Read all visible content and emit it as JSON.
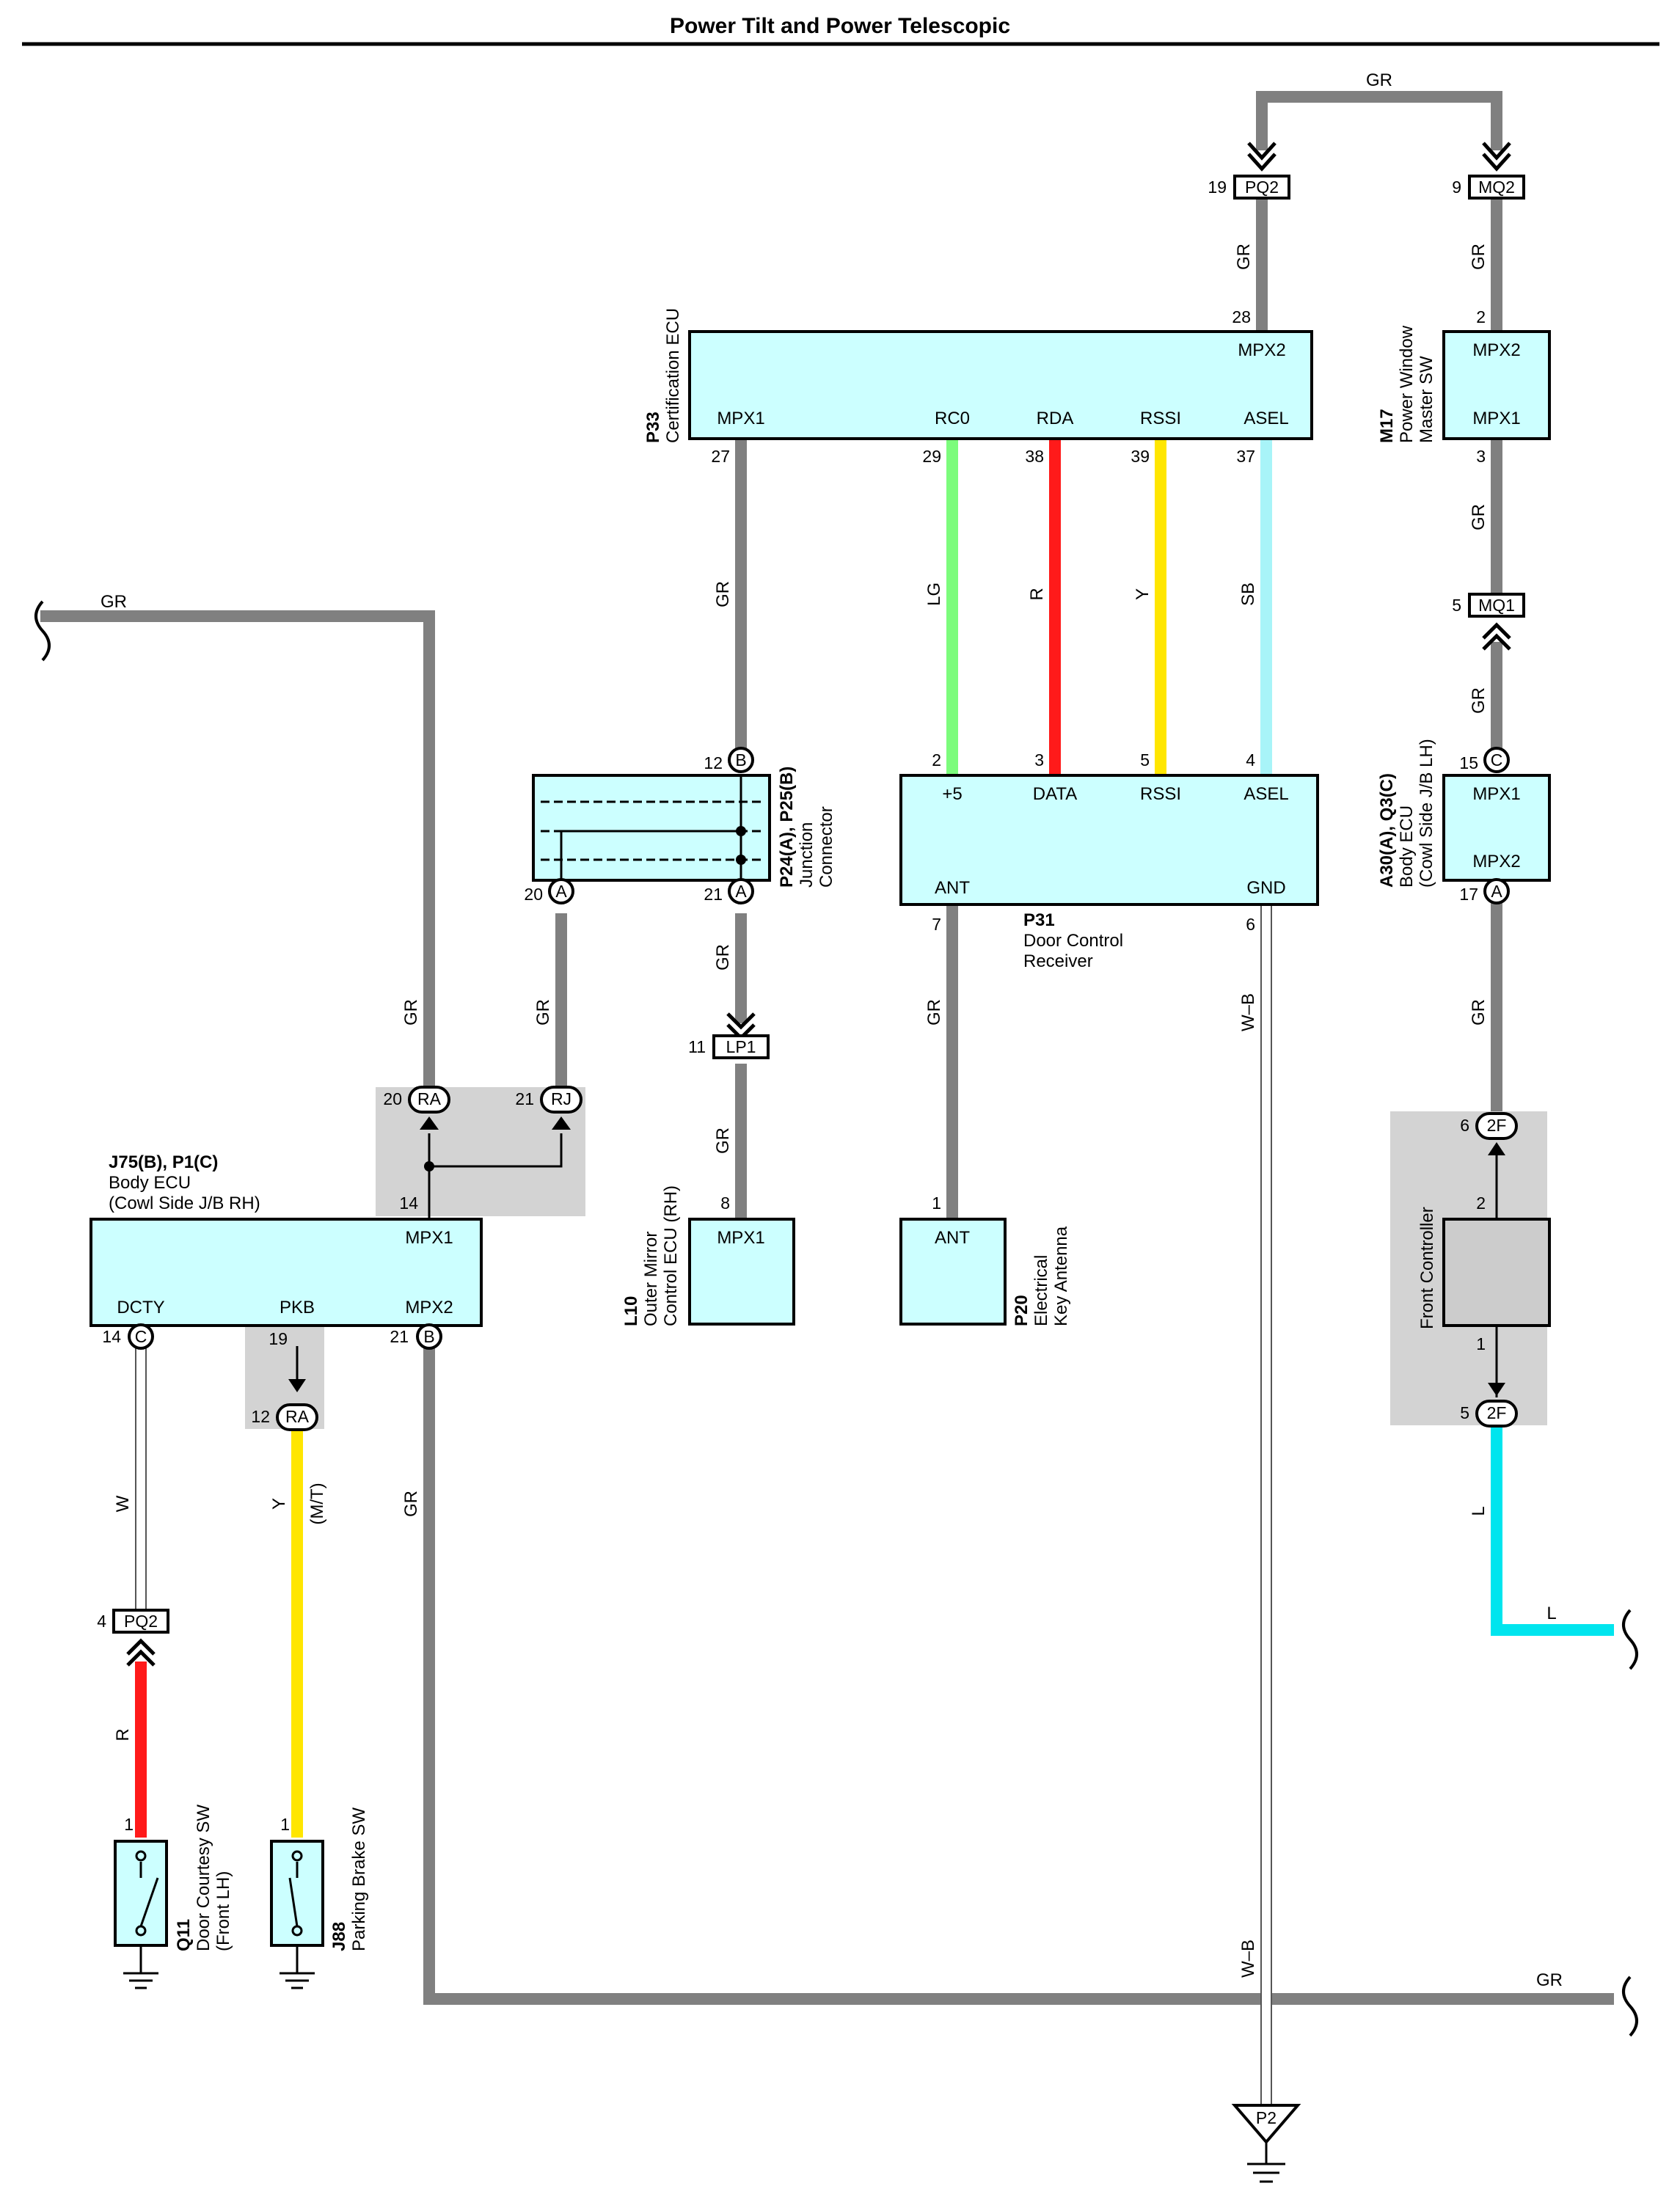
{
  "title": "Power Tilt and Power Telescopic",
  "colors": {
    "GR": "#808080",
    "LG": "#7cfc7c",
    "R": "#ff1a1a",
    "Y": "#ffe600",
    "SB": "#a8f4f8",
    "L": "#00e5ee",
    "W": "#ffffff",
    "W-B": "#ffffff",
    "component_fill": "#ccffff",
    "shade": "#d3d3d3"
  },
  "components": {
    "p33": {
      "code": "P33",
      "name": "Certification ECU",
      "terms": [
        "MPX2",
        "MPX1",
        "RC0",
        "RDA",
        "RSSI",
        "ASEL"
      ],
      "pins": [
        "28",
        "27",
        "29",
        "38",
        "39",
        "37"
      ]
    },
    "m17": {
      "code": "M17",
      "name1": "Power Window",
      "name2": "Master SW",
      "terms": [
        "MPX2",
        "MPX1"
      ],
      "pins": [
        "2",
        "3"
      ]
    },
    "jc": {
      "code": "P24(A), P25(B)",
      "name1": "Junction",
      "name2": "Connector",
      "pins": [
        "12",
        "20",
        "21"
      ],
      "letters": [
        "B",
        "A",
        "A"
      ]
    },
    "p31": {
      "code": "P31",
      "name1": "Door Control",
      "name2": "Receiver",
      "terms": [
        "+5",
        "DATA",
        "RSSI",
        "ASEL",
        "ANT",
        "GND"
      ],
      "pins": [
        "2",
        "3",
        "5",
        "4",
        "7",
        "6"
      ]
    },
    "a30": {
      "code": "A30(A), Q3(C)",
      "name1": "Body ECU",
      "name2": "(Cowl Side J/B LH)",
      "terms": [
        "MPX1",
        "MPX2"
      ],
      "pins": [
        "15",
        "17"
      ],
      "letters": [
        "C",
        "A"
      ]
    },
    "j75": {
      "code": "J75(B), P1(C)",
      "name1": "Body ECU",
      "name2": "(Cowl Side J/B RH)",
      "terms": [
        "MPX1",
        "DCTY",
        "PKB",
        "MPX2"
      ],
      "pins": [
        "14",
        "14",
        "19",
        "21"
      ],
      "letters": [
        "C",
        "B"
      ]
    },
    "l10": {
      "code": "L10",
      "name1": "Outer Mirror",
      "name2": "Control ECU (RH)",
      "terms": [
        "MPX1"
      ],
      "pins": [
        "8"
      ]
    },
    "p20": {
      "code": "P20",
      "name1": "Electrical",
      "name2": "Key Antenna",
      "terms": [
        "ANT"
      ],
      "pins": [
        "1"
      ]
    },
    "front_controller": {
      "name": "Front Controller",
      "pins": [
        "2",
        "1"
      ]
    },
    "q11": {
      "code": "Q11",
      "name1": "Door Courtesy SW",
      "name2": "(Front LH)",
      "pins": [
        "1"
      ]
    },
    "j88": {
      "code": "J88",
      "name1": "Parking Brake SW",
      "pins": [
        "1"
      ]
    }
  },
  "connectors": {
    "pq2_top": {
      "label": "PQ2",
      "pin": "19"
    },
    "mq2": {
      "label": "MQ2",
      "pin": "9"
    },
    "mq1": {
      "label": "MQ1",
      "pin": "5"
    },
    "lp1": {
      "label": "LP1",
      "pin": "11"
    },
    "pq2_low": {
      "label": "PQ2",
      "pin": "4"
    },
    "ra_top": {
      "label": "RA",
      "pin": "20"
    },
    "rj": {
      "label": "RJ",
      "pin": "21"
    },
    "ra_low": {
      "label": "RA",
      "pin": "12"
    },
    "f2_top": {
      "label": "2F",
      "pin": "6"
    },
    "f2_low": {
      "label": "2F",
      "pin": "5"
    }
  },
  "ground": {
    "label": "P2"
  },
  "wires": {
    "gr": "GR",
    "lg": "LG",
    "r": "R",
    "y": "Y",
    "sb": "SB",
    "wb": "W–B",
    "w": "W",
    "l": "L",
    "mt": "(M/T)"
  }
}
